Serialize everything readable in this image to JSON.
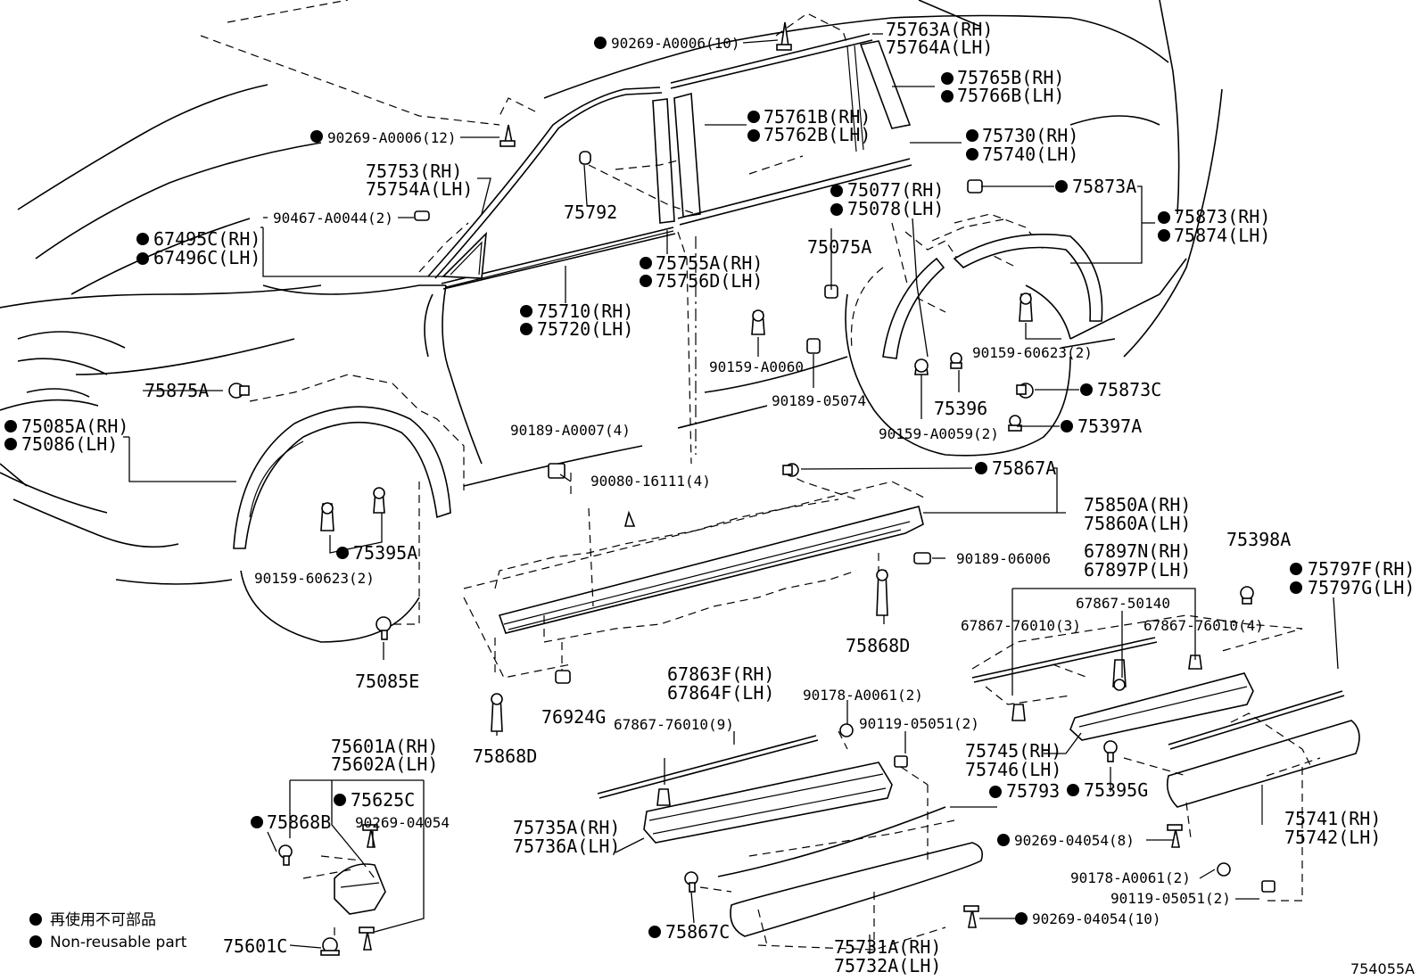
{
  "labels": {
    "l_90269_0006_10": "90269-A0006(10)",
    "l_75763A": "75763A(RH)",
    "l_75764A": "75764A(LH)",
    "l_75765B": "75765B(RH)",
    "l_75766B": "75766B(LH)",
    "l_90269_0006_12": "90269-A0006(12)",
    "l_75761B": "75761B(RH)",
    "l_75762B": "75762B(LH)",
    "l_75730": "75730(RH)",
    "l_75740": "75740(LH)",
    "l_75753": "75753(RH)",
    "l_75754A": "75754A(LH)",
    "l_75792": "75792",
    "l_75077": "75077(RH)",
    "l_75078": "75078(LH)",
    "l_75873A_top": "75873A",
    "l_90467": "90467-A0044(2)",
    "l_67495C": "67495C(RH)",
    "l_67496C": "67496C(LH)",
    "l_75873": "75873(RH)",
    "l_75874": "75874(LH)",
    "l_75075A": "75075A",
    "l_75755A": "75755A(RH)",
    "l_75756D": "75756D(LH)",
    "l_75710": "75710(RH)",
    "l_75720": "75720(LH)",
    "l_90159_60623_2_r": "90159-60623(2)",
    "l_90159_A0060": "90159-A0060",
    "l_75875A": "75875A",
    "l_75873C": "75873C",
    "l_90189_05074": "90189-05074",
    "l_75396": "75396",
    "l_75085A": "75085A(RH)",
    "l_75086": "75086(LH)",
    "l_75397A": "75397A",
    "l_90189_A0007": "90189-A0007(4)",
    "l_90159_A0059": "90159-A0059(2)",
    "l_75867A": "75867A",
    "l_90080": "90080-16111(4)",
    "l_75850A": "75850A(RH)",
    "l_75860A": "75860A(LH)",
    "l_75395A": "75395A",
    "l_90189_06006": "90189-06006",
    "l_67897N": "67897N(RH)",
    "l_67897P": "67897P(LH)",
    "l_75398A": "75398A",
    "l_90159_60623_2_l": "90159-60623(2)",
    "l_67867_50140": "67867-50140",
    "l_75797F": "75797F(RH)",
    "l_75797G": "75797G(LH)",
    "l_67867_76010_3": "67867-76010(3)",
    "l_67867_76010_4": "67867-76010(4)",
    "l_75085E": "75085E",
    "l_75868D_r": "75868D",
    "l_67863F": "67863F(RH)",
    "l_67864F": "67864F(LH)",
    "l_90178_A0061_2_t": "90178-A0061(2)",
    "l_76924G": "76924G",
    "l_67867_76010_9": "67867-76010(9)",
    "l_90119_05051_2_t": "90119-05051(2)",
    "l_75745": "75745(RH)",
    "l_75746": "75746(LH)",
    "l_75868D_l": "75868D",
    "l_75601A": "75601A(RH)",
    "l_75602A": "75602A(LH)",
    "l_75395G": "75395G",
    "l_75793": "75793",
    "l_75625C": "75625C",
    "l_75868B": "75868B",
    "l_90269_04054": "90269-04054",
    "l_75735A": "75735A(RH)",
    "l_75736A": "75736A(LH)",
    "l_75741": "75741(RH)",
    "l_75742": "75742(LH)",
    "l_90269_04054_8": "90269-04054(8)",
    "l_90178_A0061_2_b": "90178-A0061(2)",
    "l_90119_05051_2_b": "90119-05051(2)",
    "l_75867C": "75867C",
    "l_90269_04054_10": "90269-04054(10)",
    "l_75601C": "75601C",
    "l_75731A": "75731A(RH)",
    "l_75732A": "75732A(LH)"
  },
  "legend": {
    "jp": "再使用不可部品",
    "en": "Non-reusable part"
  },
  "diagram_code": "754055A"
}
